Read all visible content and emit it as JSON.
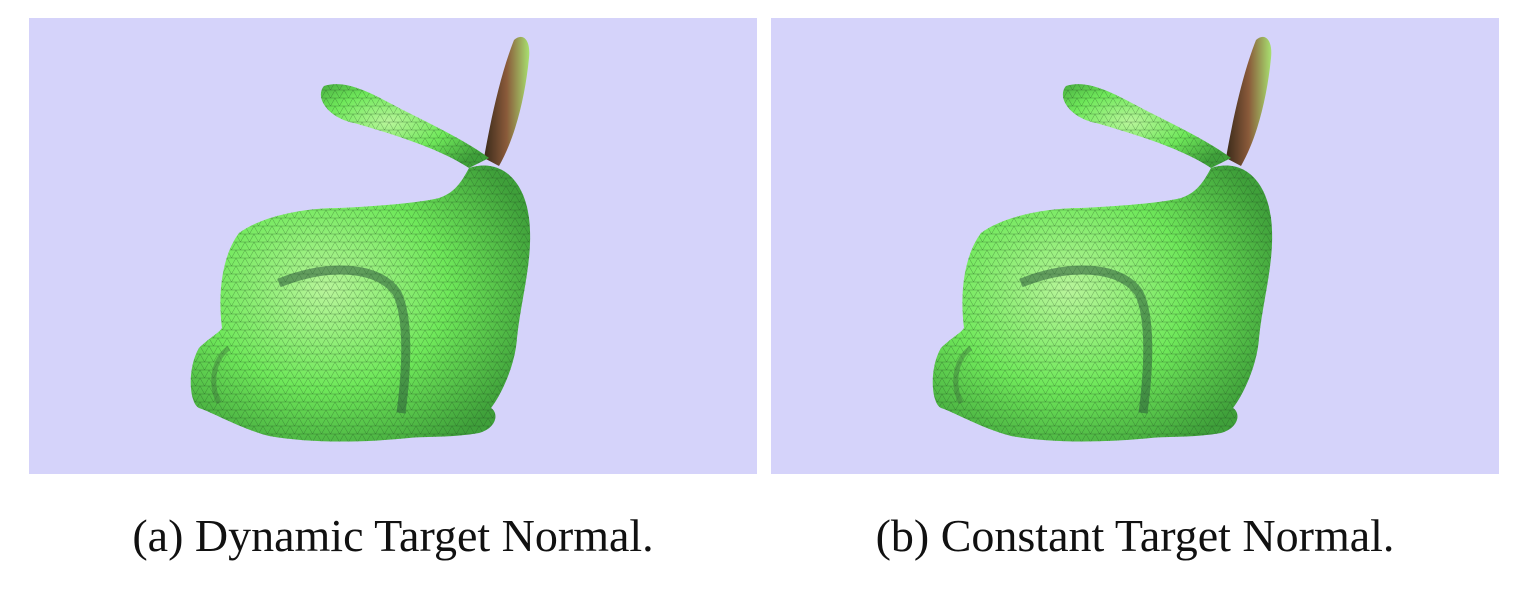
{
  "figure": {
    "background_color": "#d5d3fa",
    "panels": [
      {
        "id": "a",
        "caption": "(a) Dynamic Target Normal.",
        "subject": "bunny mesh"
      },
      {
        "id": "b",
        "caption": "(b) Constant Target Normal.",
        "subject": "bunny mesh"
      }
    ]
  }
}
